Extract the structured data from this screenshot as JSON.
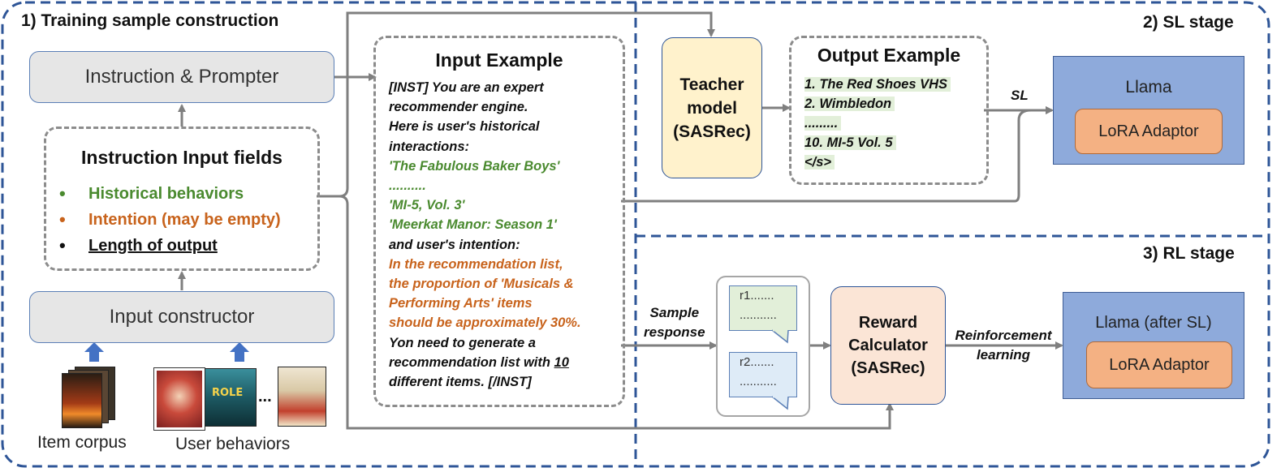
{
  "sections": {
    "training": "1) Training sample construction",
    "sl": "2) SL stage",
    "rl": "3) RL stage"
  },
  "left": {
    "instruction_prompter": "Instruction & Prompter",
    "fields_title": "Instruction Input fields",
    "fields": [
      "Historical behaviors",
      "Intention (may be empty)",
      "Length of output"
    ],
    "input_constructor": "Input constructor",
    "item_corpus": "Item corpus",
    "user_behaviors": "User behaviors",
    "ellipsis": "..."
  },
  "input_example": {
    "title": "Input Example",
    "lines": [
      "[INST] You are an expert",
      "recommender engine.",
      "Here is user's historical",
      "interactions:",
      "'The Fabulous Baker Boys'",
      " ..........",
      "'MI-5, Vol. 3'",
      "'Meerkat Manor: Season 1'",
      "and user's intention:",
      "In the recommendation list,",
      "the proportion of 'Musicals &",
      "Performing Arts' items",
      "should be approximately 30%.",
      "Yon need to generate a",
      "recommendation list with ",
      "different items.  [/INST]"
    ],
    "count": "10"
  },
  "sl": {
    "teacher": [
      "Teacher",
      "model",
      "(SASRec)"
    ],
    "output_title": "Output Example",
    "output_lines": [
      "1. The Red Shoes VHS",
      "2. Wimbledon",
      ".........",
      "10. MI-5 Vol. 5",
      "</s>"
    ],
    "edge_label": "SL",
    "llama": "Llama",
    "lora": "LoRA Adaptor"
  },
  "rl": {
    "sample_response": [
      "Sample",
      "response"
    ],
    "r1": "r1.......",
    "r1_dots": "...........",
    "r2": "r2.......",
    "r2_dots": "...........",
    "reward": [
      "Reward",
      "Calculator",
      "(SASRec)"
    ],
    "rl_label": [
      "Reinforcement",
      "learning"
    ],
    "llama": "Llama (after SL)",
    "lora": "LoRA Adaptor"
  },
  "colors": {
    "frame_dash": "#2e5597",
    "arrow": "#7f7f7f",
    "teacher_fill": "#fff2cc",
    "reward_fill": "#fbe5d6",
    "llama_fill": "#8eaadb",
    "lora_fill": "#f4b183",
    "green_text": "#4a8a2f",
    "orange_text": "#c8631c"
  }
}
